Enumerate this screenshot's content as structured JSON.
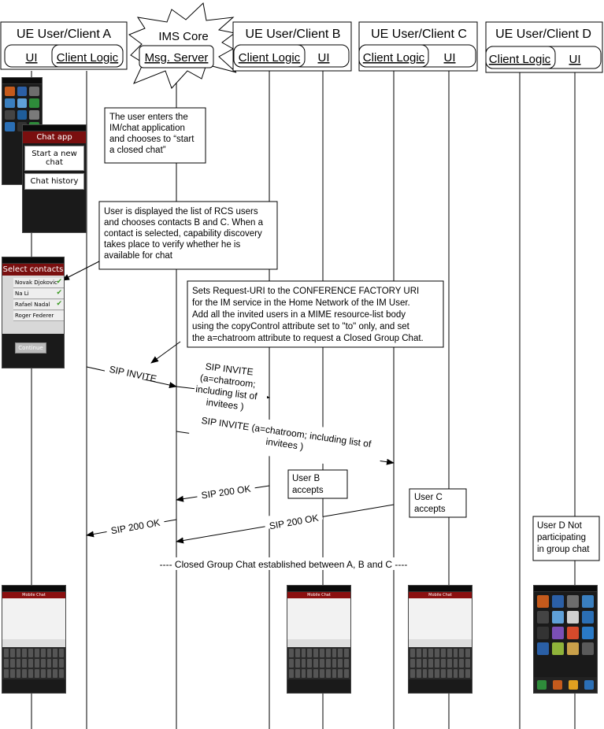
{
  "lanes": {
    "ue_a_title": "UE User/Client A",
    "ue_a_ui": "UI",
    "ue_a_logic": "Client Logic",
    "ims_core": "IMS Core",
    "msg_server": "Msg. Server",
    "ue_b_title": "UE User/Client B",
    "ue_b_logic": "Client Logic",
    "ue_b_ui": "UI",
    "ue_c_title": "UE User/Client C",
    "ue_c_logic": "Client Logic",
    "ue_c_ui": "UI",
    "ue_d_title": "UE User/Client D",
    "ue_d_logic": "Client Logic",
    "ue_d_ui": "UI"
  },
  "notes": {
    "start_chat": [
      "The user enters the",
      "IM/chat application",
      "and chooses to “start",
      "a closed chat”"
    ],
    "select_contacts": [
      "User is displayed the list of RCS users",
      "and chooses contacts B and C. When a",
      "contact is selected, capability discovery",
      "takes place to verify whether he is",
      "available for chat"
    ],
    "request_uri": [
      "Sets Request-URI to the CONFERENCE FACTORY URI",
      "for the IM service in the Home Network of the IM User.",
      "Add all the invited users in a MIME resource-list body",
      "using the copyControl attribute set to \"to\" only, and set",
      "the a=chatroom attribute to request a Closed Group Chat."
    ],
    "user_b_accepts": [
      "User B",
      "accepts"
    ],
    "user_c_accepts": [
      "User C",
      "accepts"
    ],
    "user_d_not": [
      "User D Not",
      "participating",
      "in group chat"
    ]
  },
  "messages": {
    "invite_a": "SIP INVITE",
    "invite_b": [
      "SIP INVITE",
      "(a=chatroom;",
      "including list of",
      "invitees )"
    ],
    "invite_c": [
      "SIP INVITE (a=chatroom; including list of",
      "invitees )"
    ],
    "ok_b": "SIP 200 OK",
    "ok_c": "SIP 200 OK",
    "ok_a": "SIP 200 OK"
  },
  "established": "---- Closed Group Chat established between A, B and C ----",
  "phones": {
    "chat_app": {
      "title": "Chat app",
      "btn_new": "Start a new chat",
      "btn_history": "Chat history"
    },
    "select_contacts": {
      "title": "Select contacts",
      "contacts": [
        "Novak Djokovic",
        "Na Li",
        "Rafael Nadal",
        "Roger Federer"
      ],
      "continue": "Continue"
    },
    "mobile_chat": {
      "title": "Mobile Chat"
    }
  },
  "colors": {
    "line": "#000000",
    "phone_dark": "#1a1a1a",
    "phone_red": "#7a0f0f",
    "check_green": "#3a9a22"
  }
}
